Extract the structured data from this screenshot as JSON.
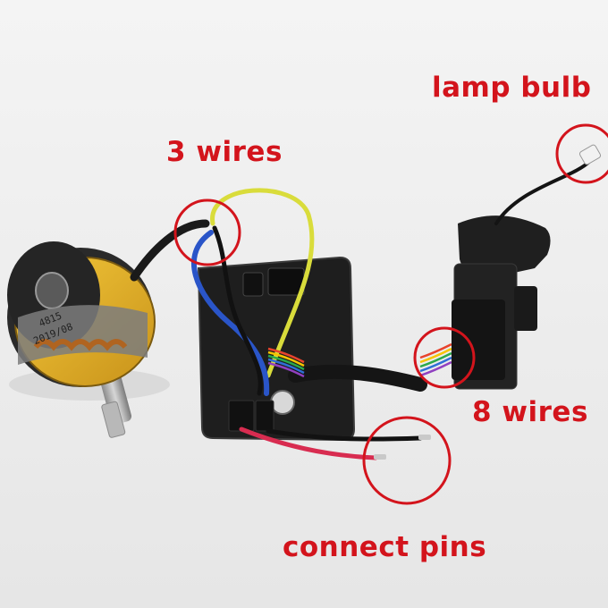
{
  "labels": {
    "lamp_bulb": "lamp bulb",
    "three_wires": "3 wires",
    "eight_wires": "8 wires",
    "connect_pins": "connect pins"
  },
  "motor_markings": {
    "line1": "2019/08",
    "line2": "4815"
  },
  "colors": {
    "annotation_red": "#d3141c",
    "background": "#efefef",
    "stator_yellow": "#e7b524",
    "board_black": "#1e1e1e",
    "wire_yellow": "#d9dc3b",
    "wire_blue": "#2a55c8",
    "wire_red": "#d82c50"
  }
}
